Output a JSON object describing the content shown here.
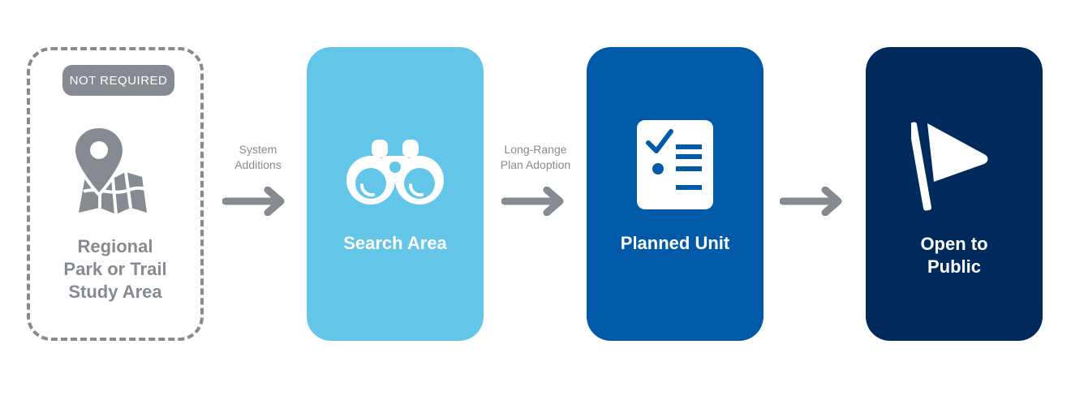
{
  "colors": {
    "gray": "#858b90",
    "light_blue": "#63c6e9",
    "blue": "#005aa8",
    "navy": "#002a5c",
    "white": "#ffffff"
  },
  "stages": [
    {
      "badge": "NOT REQUIRED",
      "label_lines": [
        "Regional",
        "Park or Trail",
        "Study Area"
      ],
      "icon": "map-pin-icon"
    },
    {
      "label_lines": [
        "Search Area"
      ],
      "icon": "binoculars-icon"
    },
    {
      "label_lines": [
        "Planned Unit"
      ],
      "icon": "checklist-icon"
    },
    {
      "label_lines": [
        "Open to",
        "Public"
      ],
      "icon": "flag-icon"
    }
  ],
  "connectors": [
    {
      "label_lines": [
        "System",
        "Additions"
      ]
    },
    {
      "label_lines": [
        "Long-Range",
        "Plan Adoption"
      ]
    },
    {
      "label_lines": []
    }
  ]
}
